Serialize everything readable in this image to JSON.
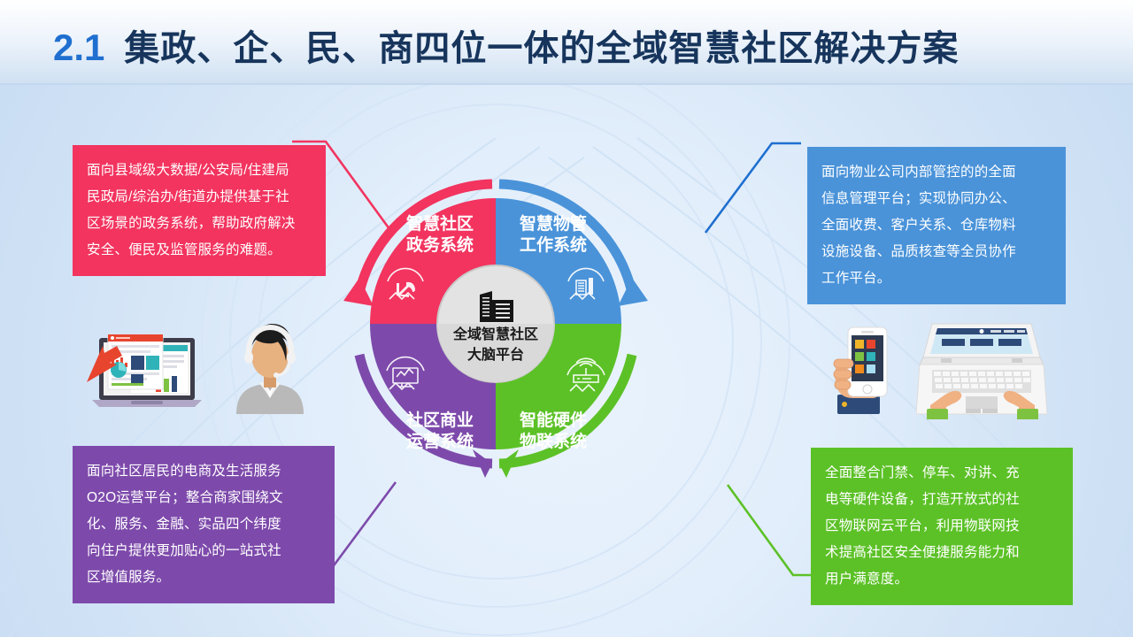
{
  "header": {
    "number": "2.1",
    "title": "集政、企、民、商四位一体的全域智慧社区解决方案",
    "number_color": "#1f6fd0",
    "title_color": "#17355c"
  },
  "diagram": {
    "center": {
      "icon": "office-building-icon",
      "line1": "全域智慧社区",
      "line2": "大脑平台",
      "fill": "#e3e3e3",
      "text_color": "#1a1a1a"
    },
    "quadrants": [
      {
        "id": "gov",
        "line1": "智慧社区",
        "line2": "政务系统",
        "color": "#f2345f",
        "icon": "party-emblem-icon",
        "position": "top-left"
      },
      {
        "id": "property",
        "line1": "智慧物管",
        "line2": "工作系统",
        "color": "#4a93d9",
        "icon": "building-chart-icon",
        "position": "top-right"
      },
      {
        "id": "hardware",
        "line1": "智能硬件",
        "line2": "物联系统",
        "color": "#5cc127",
        "icon": "wireless-router-icon",
        "position": "bottom-right"
      },
      {
        "id": "commerce",
        "line1": "社区商业",
        "line2": "运营系统",
        "color": "#7d4aab",
        "icon": "monitor-chart-icon",
        "position": "bottom-left"
      }
    ]
  },
  "callouts": {
    "top_left": {
      "color": "#f2345f",
      "lines": [
        "面向县域级大数据/公安局/住建局",
        "民政局/综治办/街道办提供基于社",
        "区场景的政务系统，帮助政府解决",
        "安全、便民及监管服务的难题。"
      ]
    },
    "top_right": {
      "color": "#4a93d9",
      "lines": [
        "面向物业公司内部管控的的全面",
        "信息管理平台；实现协同办公、",
        "全面收费、客户关系、仓库物料",
        "设施设备、品质核查等全员协作",
        "工作平台。"
      ]
    },
    "bottom_left": {
      "color": "#7d4aab",
      "lines": [
        "面向社区居民的电商及生活服务",
        "O2O运营平台；整合商家围绕文",
        "化、服务、金融、实品四个纬度",
        "向住户提供更加贴心的一站式社",
        "区增值服务。"
      ]
    },
    "bottom_right": {
      "color": "#5cc127",
      "lines": [
        "全面整合门禁、停车、对讲、充",
        "电等硬件设备，打造开放式的社",
        "区物联网云平台，利用物联网技",
        "术提高社区安全便捷服务能力和",
        "用户满意度。"
      ]
    }
  },
  "illustrations": [
    {
      "name": "laptop-dashboard-illustration",
      "position": "left"
    },
    {
      "name": "support-agent-illustration",
      "position": "left"
    },
    {
      "name": "hand-holding-smartphone-illustration",
      "position": "right"
    },
    {
      "name": "hands-typing-laptop-illustration",
      "position": "right"
    }
  ],
  "background": {
    "page": "#ffffff",
    "body_gradient_from": "#eaf3fc",
    "body_gradient_to": "#c9ddf3"
  }
}
